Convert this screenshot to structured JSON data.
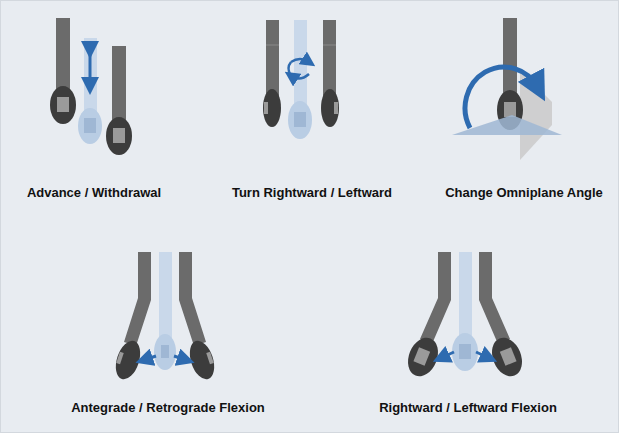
{
  "diagram": {
    "labels": [
      "Advance / Withdrawal",
      "Turn Rightward / Leftward",
      "Change Omniplane Angle",
      "Antegrade / Retrograde Flexion",
      "Rightward / Leftward Flexion"
    ]
  }
}
